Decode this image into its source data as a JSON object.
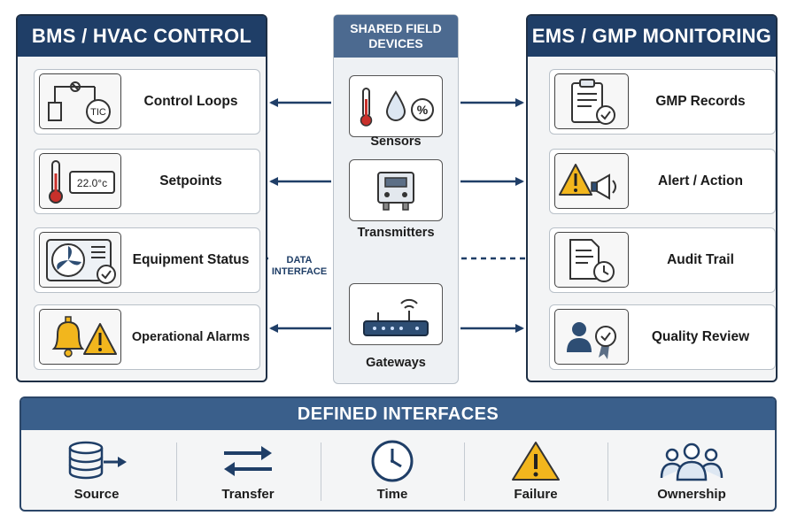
{
  "left_panel": {
    "title": "BMS / HVAC CONTROL",
    "items": [
      {
        "label": "Control Loops",
        "icon": "control-loop-icon",
        "icon_text": "TIC"
      },
      {
        "label": "Setpoints",
        "icon": "thermometer-setpoint-icon",
        "icon_text": "22.0°c"
      },
      {
        "label": "Equipment Status",
        "icon": "fan-unit-icon"
      },
      {
        "label": "Operational Alarms",
        "icon": "alarm-bell-icon"
      }
    ]
  },
  "middle_panel": {
    "title_line1": "SHARED FIELD",
    "title_line2": "DEVICES",
    "items": [
      {
        "label": "Sensors",
        "icon": "sensors-icon"
      },
      {
        "label": "Transmitters",
        "icon": "transmitter-icon"
      },
      {
        "label": "Gateways",
        "icon": "gateway-router-icon"
      }
    ]
  },
  "right_panel": {
    "title": "EMS / GMP MONITORING",
    "items": [
      {
        "label": "GMP Records",
        "icon": "clipboard-check-icon"
      },
      {
        "label": "Alert / Action",
        "icon": "warning-megaphone-icon"
      },
      {
        "label": "Audit Trail",
        "icon": "document-clock-icon"
      },
      {
        "label": "Quality Review",
        "icon": "person-badge-icon"
      }
    ]
  },
  "data_interface": {
    "line1": "DATA",
    "line2": "INTERFACE"
  },
  "bottom": {
    "title": "DEFINED INTERFACES",
    "items": [
      {
        "label": "Source",
        "icon": "database-arrow-icon"
      },
      {
        "label": "Transfer",
        "icon": "transfer-arrows-icon"
      },
      {
        "label": "Time",
        "icon": "clock-icon"
      },
      {
        "label": "Failure",
        "icon": "warning-icon"
      },
      {
        "label": "Ownership",
        "icon": "people-group-icon"
      }
    ]
  },
  "colors": {
    "navy": "#1f3e67",
    "steel": "#4c6a90",
    "amber": "#f2b61d",
    "arrow": "#1f3e67"
  }
}
